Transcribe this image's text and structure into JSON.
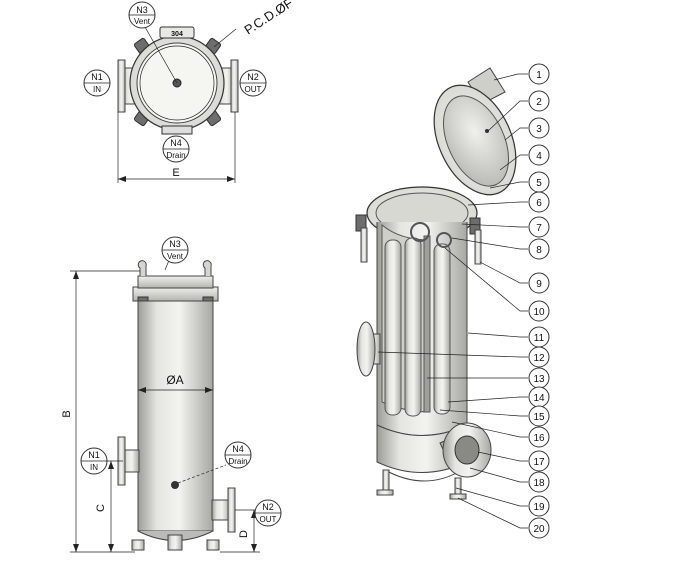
{
  "top_view": {
    "nozzle_n1": {
      "code": "N1",
      "label": "IN"
    },
    "nozzle_n2": {
      "code": "N2",
      "label": "OUT"
    },
    "nozzle_n3": {
      "code": "N3",
      "label": "Vent"
    },
    "nozzle_n4": {
      "code": "N4",
      "label": "Drain"
    },
    "pcd_label": "P.C.D.ØF",
    "plate_text": "304",
    "dim_e": "E"
  },
  "front_view": {
    "nozzle_n1": {
      "code": "N1",
      "label": "IN"
    },
    "nozzle_n2": {
      "code": "N2",
      "label": "OUT"
    },
    "nozzle_n3": {
      "code": "N3",
      "label": "Vent"
    },
    "nozzle_n4": {
      "code": "N4",
      "label": "Drain"
    },
    "dim_a": "ØA",
    "dim_b": "B",
    "dim_c": "C",
    "dim_d": "D"
  },
  "callouts": [
    "1",
    "2",
    "3",
    "4",
    "5",
    "6",
    "7",
    "8",
    "9",
    "10",
    "11",
    "12",
    "13",
    "14",
    "15",
    "16",
    "17",
    "18",
    "19",
    "20"
  ],
  "colors": {
    "metal_light": "#f1f1ee",
    "metal_mid": "#c9c9c4",
    "metal_dark": "#8a8a85",
    "line": "#222222"
  }
}
